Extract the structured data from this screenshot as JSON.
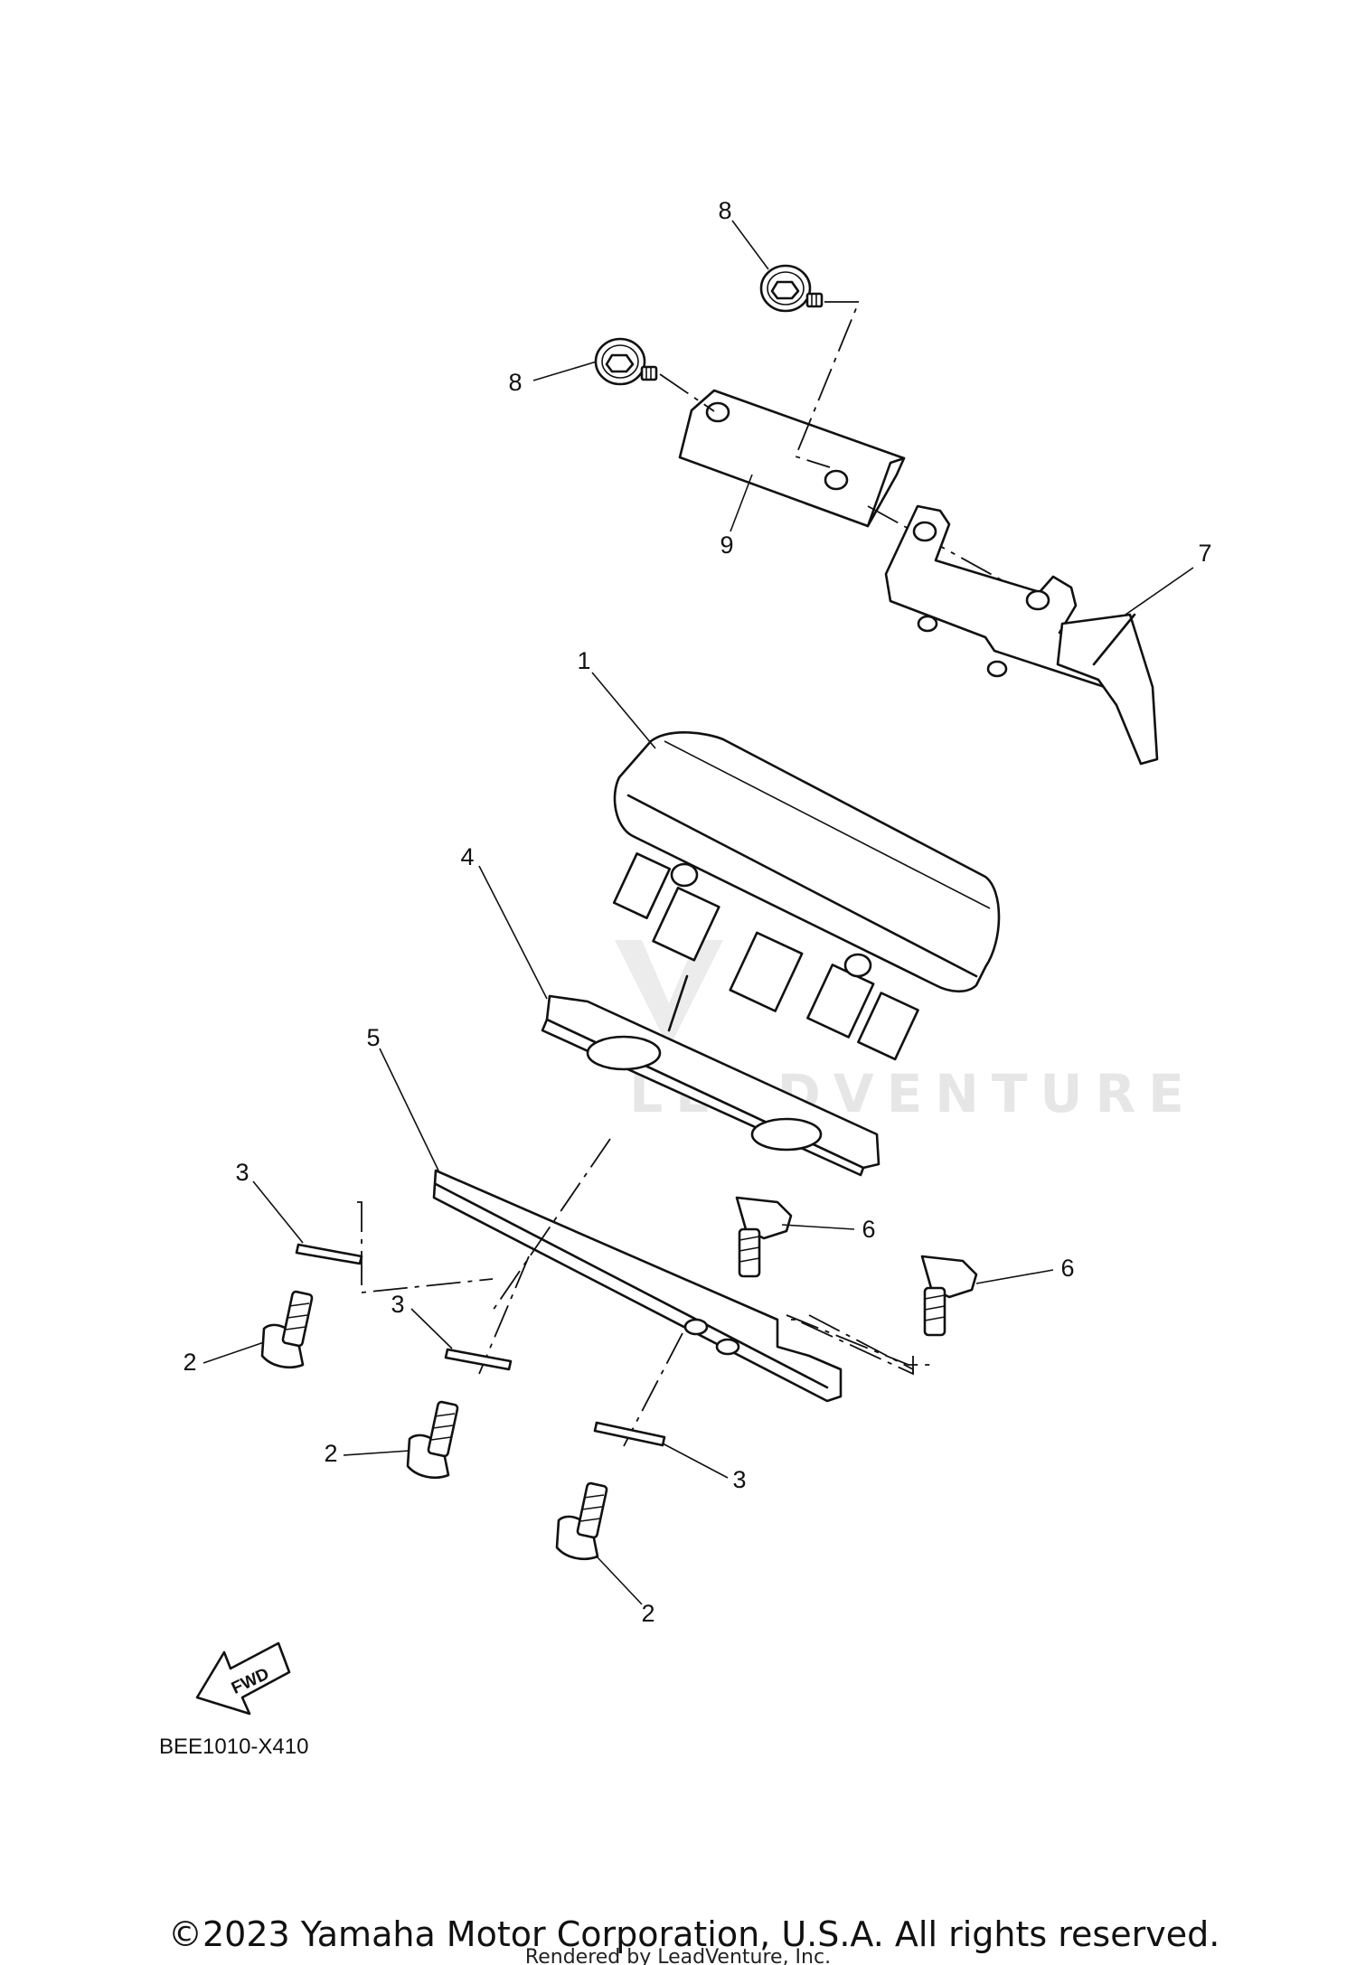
{
  "callouts": {
    "p1": "1",
    "p2a": "2",
    "p2b": "2",
    "p2c": "2",
    "p3a": "3",
    "p3b": "3",
    "p3c": "3",
    "p4": "4",
    "p5": "5",
    "p6a": "6",
    "p6b": "6",
    "p7": "7",
    "p8a": "8",
    "p8b": "8",
    "p9": "9"
  },
  "fwd_label": "FWD",
  "diagram_code": "BEE1010-X410",
  "watermark": "LEADVENTURE",
  "copyright": "©2023 Yamaha Motor Corporation, U.S.A. All rights reserved.",
  "rendered_by": "Rendered by LeadVenture, Inc."
}
